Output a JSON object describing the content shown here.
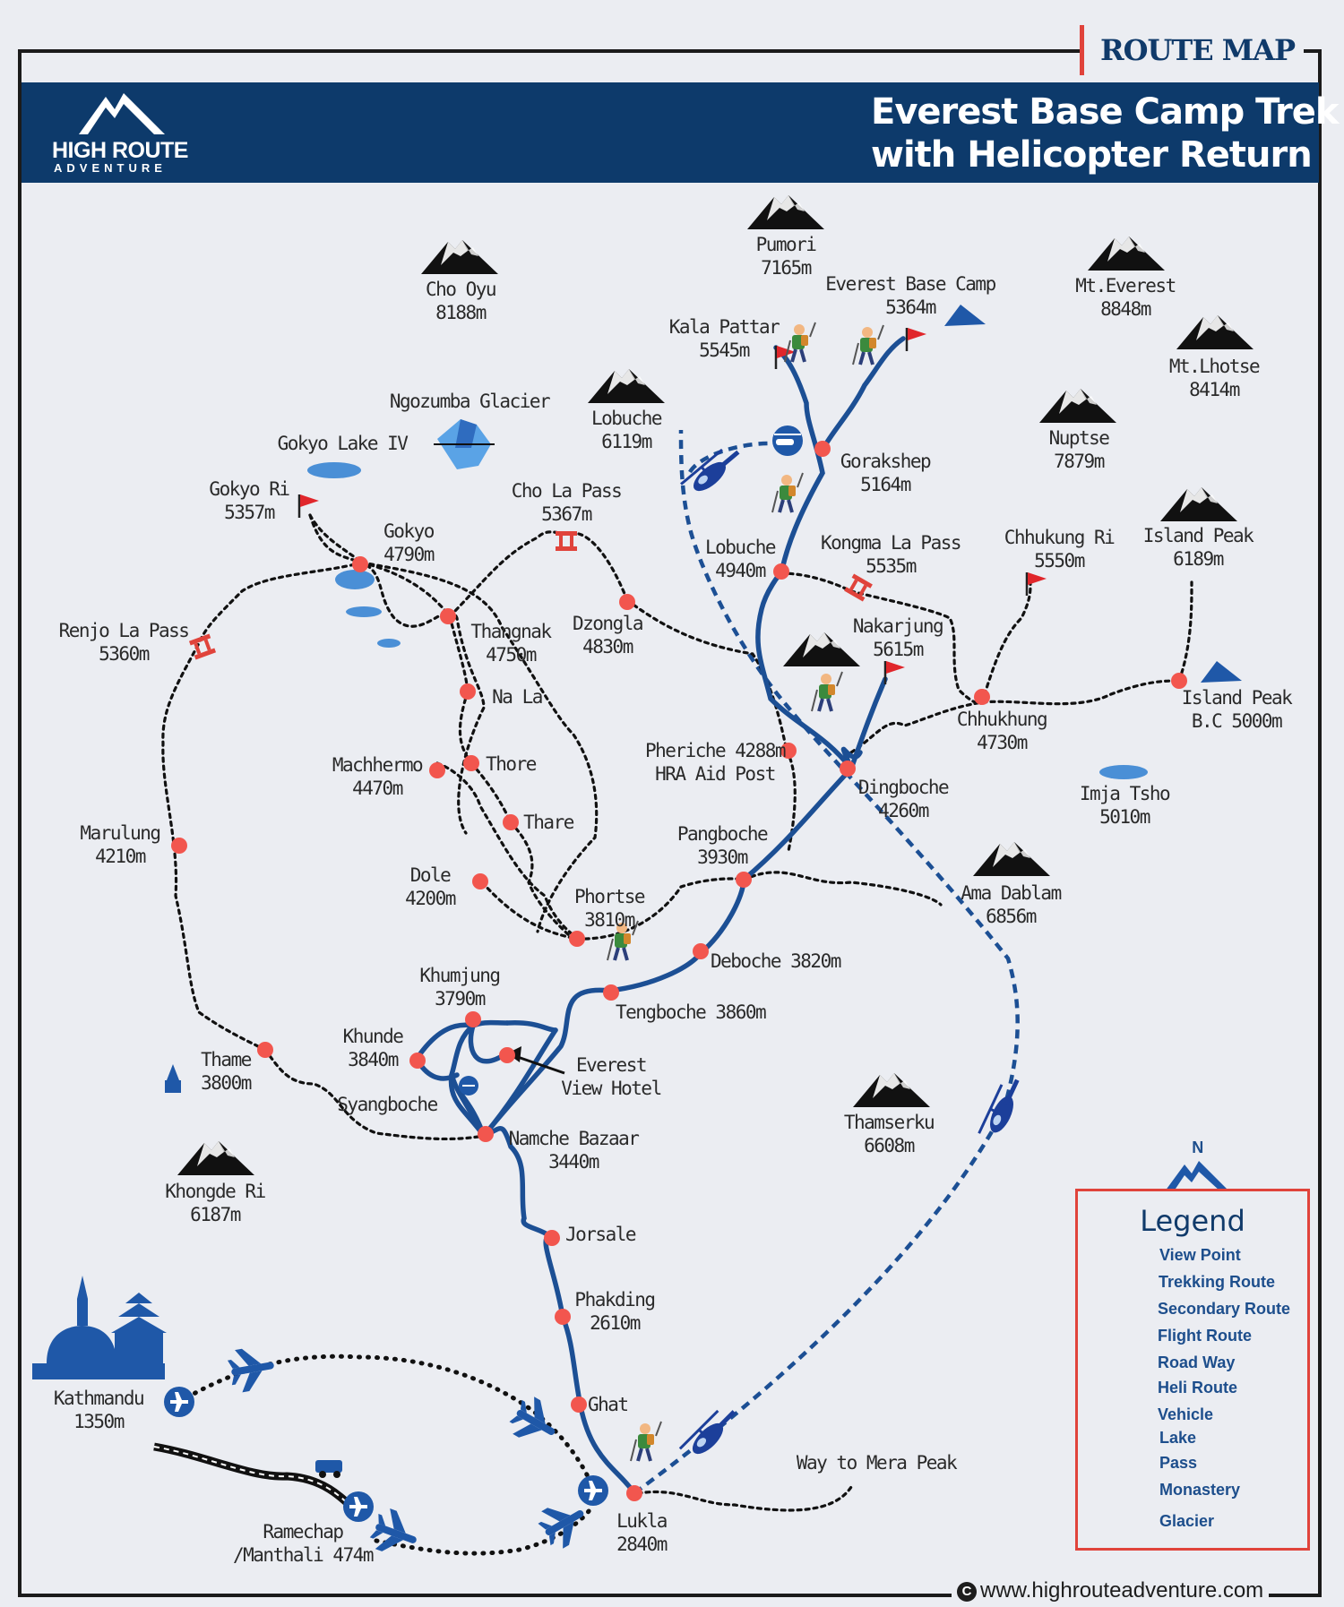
{
  "header": {
    "tag": "ROUTE MAP",
    "brand_name": "HIGH ROUTE",
    "brand_sub": "ADVENTURE",
    "title_line1": "Everest Base Camp Trek",
    "title_line2": "with Helicopter Return"
  },
  "colors": {
    "navy": "#0d3a6b",
    "trek_route": "#1c4f94",
    "stop_dot": "#f2564e",
    "accent_red": "#e0433b",
    "lake": "#4a8fd6"
  },
  "peaks": [
    {
      "name": "Pumori",
      "alt": "7165m"
    },
    {
      "name": "Cho Oyu",
      "alt": "8188m"
    },
    {
      "name": "Mt.Everest",
      "alt": "8848m"
    },
    {
      "name": "Mt.Lhotse",
      "alt": "8414m"
    },
    {
      "name": "Lobuche",
      "alt": "6119m"
    },
    {
      "name": "Nuptse",
      "alt": "7879m"
    },
    {
      "name": "Island Peak",
      "alt": "6189m"
    },
    {
      "name": "Ama Dablam",
      "alt": "6856m"
    },
    {
      "name": "Thamserku",
      "alt": "6608m"
    },
    {
      "name": "Khongde Ri",
      "alt": "6187m"
    }
  ],
  "places": {
    "ebc": {
      "name": "Everest Base Camp",
      "alt": "5364m"
    },
    "kala_pattar": {
      "name": "Kala Pattar",
      "alt": "5545m"
    },
    "gorakshep": {
      "name": "Gorakshep",
      "alt": "5164m"
    },
    "lobuche": {
      "name": "Lobuche",
      "alt": "4940m"
    },
    "kongma": {
      "name": "Kongma La Pass",
      "alt": "5535m"
    },
    "chhukung_ri": {
      "name": "Chhukung Ri",
      "alt": "5550m"
    },
    "nakarjung": {
      "name": "Nakarjung",
      "alt": "5615m"
    },
    "chhukhung": {
      "name": "Chhukhung",
      "alt": "4730m"
    },
    "island_bc": {
      "name": "Island Peak",
      "alt": "B.C 5000m"
    },
    "imja": {
      "name": "Imja Tsho",
      "alt": "5010m"
    },
    "pheriche": {
      "name": "Pheriche 4288m",
      "alt": "HRA Aid Post"
    },
    "dingboche": {
      "name": "Dingboche",
      "alt": "4260m"
    },
    "pangboche": {
      "name": "Pangboche",
      "alt": "3930m"
    },
    "phortse": {
      "name": "Phortse",
      "alt": "3810m"
    },
    "deboche": {
      "name": "Deboche 3820m"
    },
    "tengboche": {
      "name": "Tengboche 3860m"
    },
    "khumjung": {
      "name": "Khumjung",
      "alt": "3790m"
    },
    "khunde": {
      "name": "Khunde",
      "alt": "3840m"
    },
    "evh": {
      "name": "Everest",
      "alt": "View Hotel"
    },
    "syangboche": {
      "name": "Syangboche"
    },
    "namche": {
      "name": "Namche Bazaar",
      "alt": "3440m"
    },
    "jorsale": {
      "name": "Jorsale"
    },
    "phakding": {
      "name": "Phakding",
      "alt": "2610m"
    },
    "ghat": {
      "name": "Ghat"
    },
    "lukla": {
      "name": "Lukla",
      "alt": "2840m"
    },
    "mera": {
      "name": "Way to Mera Peak"
    },
    "kathmandu": {
      "name": "Kathmandu",
      "alt": "1350m"
    },
    "ramechap": {
      "name": "Ramechap",
      "alt": "/Manthali 474m"
    },
    "thame": {
      "name": "Thame",
      "alt": "3800m"
    },
    "marulung": {
      "name": "Marulung",
      "alt": "4210m"
    },
    "renjo": {
      "name": "Renjo La Pass",
      "alt": "5360m"
    },
    "gokyo_ri": {
      "name": "Gokyo Ri",
      "alt": "5357m"
    },
    "gokyo_lake": {
      "name": "Gokyo Lake IV"
    },
    "ngozumba": {
      "name": "Ngozumba Glacier"
    },
    "gokyo": {
      "name": "Gokyo",
      "alt": "4790m"
    },
    "thangnak": {
      "name": "Thangnak",
      "alt": "4750m"
    },
    "chola": {
      "name": "Cho La Pass",
      "alt": "5367m"
    },
    "dzongla": {
      "name": "Dzongla",
      "alt": "4830m"
    },
    "nala": {
      "name": "Na La"
    },
    "machhermo": {
      "name": "Machhermo",
      "alt": "4470m"
    },
    "thore": {
      "name": "Thore"
    },
    "thare": {
      "name": "Thare"
    },
    "dole": {
      "name": "Dole",
      "alt": "4200m"
    }
  },
  "legend": {
    "north": "N",
    "title": "Legend",
    "items": [
      "View Point",
      "Trekking Route",
      "Secondary Route",
      "Flight Route",
      "Road Way",
      "Heli Route",
      "Vehicle",
      "Lake",
      "Pass",
      "Monastery",
      "Glacier"
    ]
  },
  "footer": {
    "copyright_mark": "C",
    "url": "www.highrouteadventure.com"
  }
}
